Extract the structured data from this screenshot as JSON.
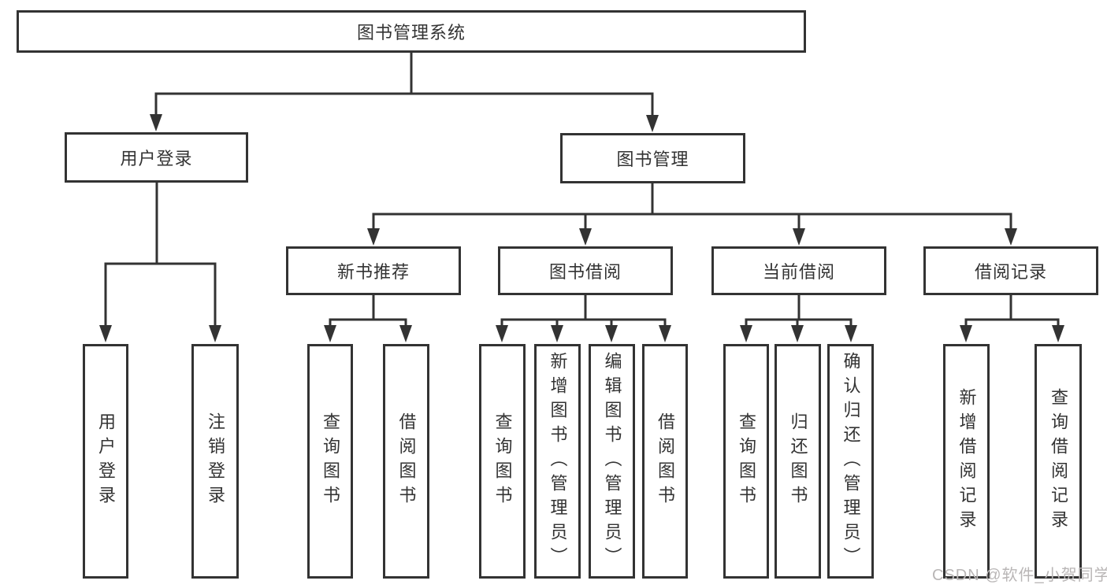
{
  "diagram": {
    "root": {
      "label": "图书管理系统"
    },
    "level1": [
      {
        "label": "用户登录"
      },
      {
        "label": "图书管理"
      }
    ],
    "level2": [
      {
        "label": "新书推荐"
      },
      {
        "label": "图书借阅"
      },
      {
        "label": "当前借阅"
      },
      {
        "label": "借阅记录"
      }
    ],
    "leaves": {
      "user_login": [
        {
          "label": "用户登录"
        },
        {
          "label": "注销登录"
        }
      ],
      "new_book": [
        {
          "label": "查询图书"
        },
        {
          "label": "借阅图书"
        }
      ],
      "book_borrow": [
        {
          "label": "查询图书"
        },
        {
          "label": "新增图书（管理员）"
        },
        {
          "label": "编辑图书（管理员）"
        },
        {
          "label": "借阅图书"
        }
      ],
      "current_borrow": [
        {
          "label": "查询图书"
        },
        {
          "label": "归还图书"
        },
        {
          "label": "确认归还（管理员）"
        }
      ],
      "borrow_records": [
        {
          "label": "新增借阅记录"
        },
        {
          "label": "查询借阅记录"
        }
      ]
    },
    "colors": {
      "line": "#333333",
      "text": "#333333",
      "background": "#ffffff",
      "watermark": "#b9b6b6"
    },
    "watermark": "CSDN @软件_小贺同学"
  }
}
